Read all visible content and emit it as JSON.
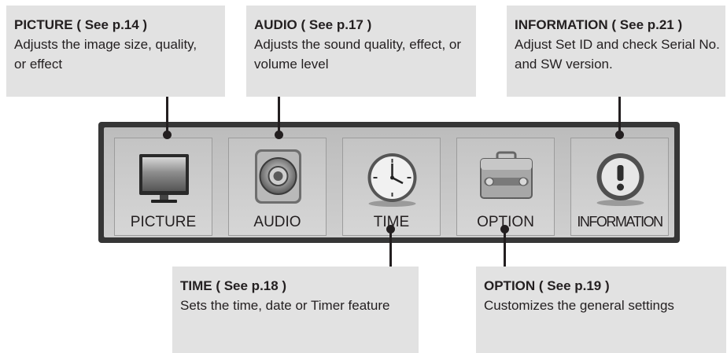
{
  "callouts": {
    "picture": {
      "title": "PICTURE ( See p.14 )",
      "desc": "Adjusts the image size, quality, or effect"
    },
    "audio": {
      "title": "AUDIO ( See p.17 )",
      "desc": "Adjusts the sound quality, effect, or volume level"
    },
    "information": {
      "title": "INFORMATION ( See p.21 )",
      "desc": "Adjust Set ID and check Serial No. and SW version."
    },
    "time": {
      "title": "TIME ( See p.18 )",
      "desc": "Sets the time, date or Timer feature"
    },
    "option": {
      "title": "OPTION ( See p.19 )",
      "desc": "Customizes the general settings"
    }
  },
  "menu": {
    "items": [
      {
        "label": "PICTURE",
        "icon": "tv-icon"
      },
      {
        "label": "AUDIO",
        "icon": "speaker-icon"
      },
      {
        "label": "TIME",
        "icon": "clock-icon"
      },
      {
        "label": "OPTION",
        "icon": "toolbox-icon"
      },
      {
        "label": "INFORMATION",
        "icon": "info-icon"
      }
    ]
  }
}
